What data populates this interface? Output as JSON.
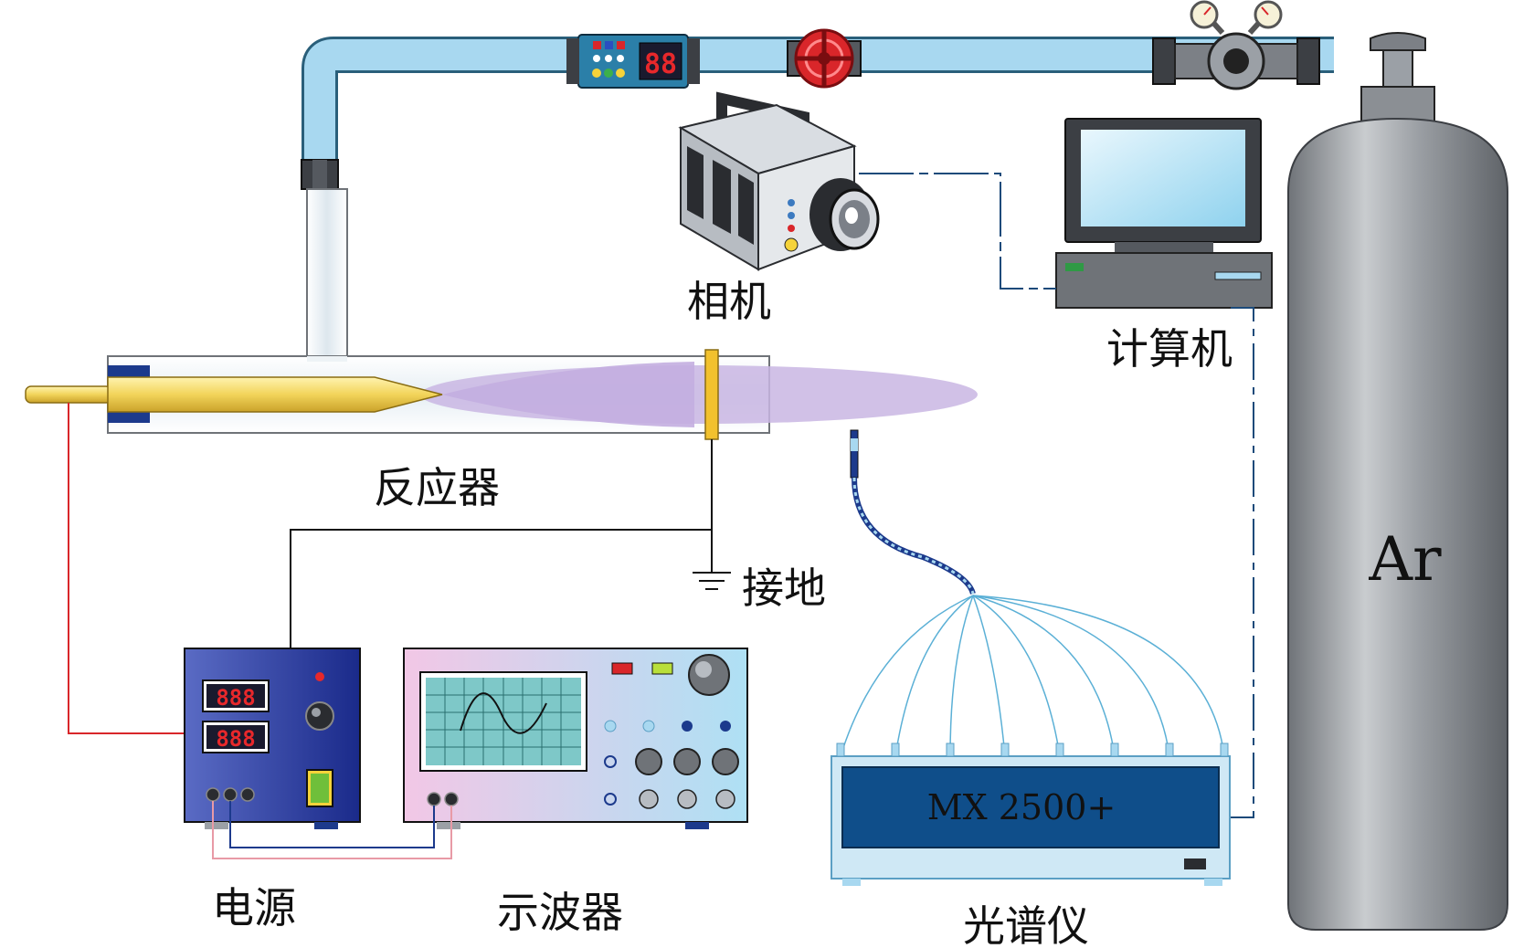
{
  "labels": {
    "camera": "相机",
    "computer": "计算机",
    "reactor": "反应器",
    "ground": "接地",
    "power_supply": "电源",
    "oscilloscope": "示波器",
    "spectrometer": "光谱仪"
  },
  "spectrometer": {
    "model": "MX 2500+"
  },
  "gas_cylinder": {
    "gas": "Ar"
  },
  "flow_meter": {
    "display": "88"
  },
  "power_display": {
    "top": "888",
    "bottom": "888"
  },
  "colors": {
    "pipe": "#a8d8f0",
    "pipe_stroke": "#2a5f7a",
    "electrode": "#f2d45a",
    "plasma": "#c9b6e3",
    "power_supply": "#2c3b9c",
    "oscilloscope_screen": "#7ec8c8",
    "spectrometer_panel": "#0f4e8a",
    "cylinder": "#8b8f94",
    "valve": "#d9262a",
    "wire_red": "#d9262a",
    "wire_blue": "#1c3a8c"
  }
}
